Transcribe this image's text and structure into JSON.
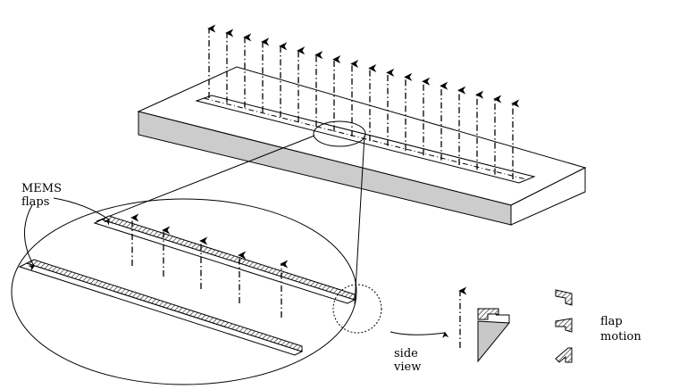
{
  "labels": {
    "mems_line1": "MEMS",
    "mems_line2": "flaps",
    "side_line1": "side",
    "side_line2": "view",
    "flap_line1": "flap",
    "flap_line2": "motion"
  },
  "colors": {
    "stroke": "#000000",
    "slab_top": "#ffffff",
    "slab_front": "#cccccc",
    "hatch_fill": "#ffffff",
    "wedge_fill": "#c8c8c8"
  },
  "icons": {
    "arrow": "dash-dot-up-arrow",
    "flap": "hatched-flap"
  }
}
